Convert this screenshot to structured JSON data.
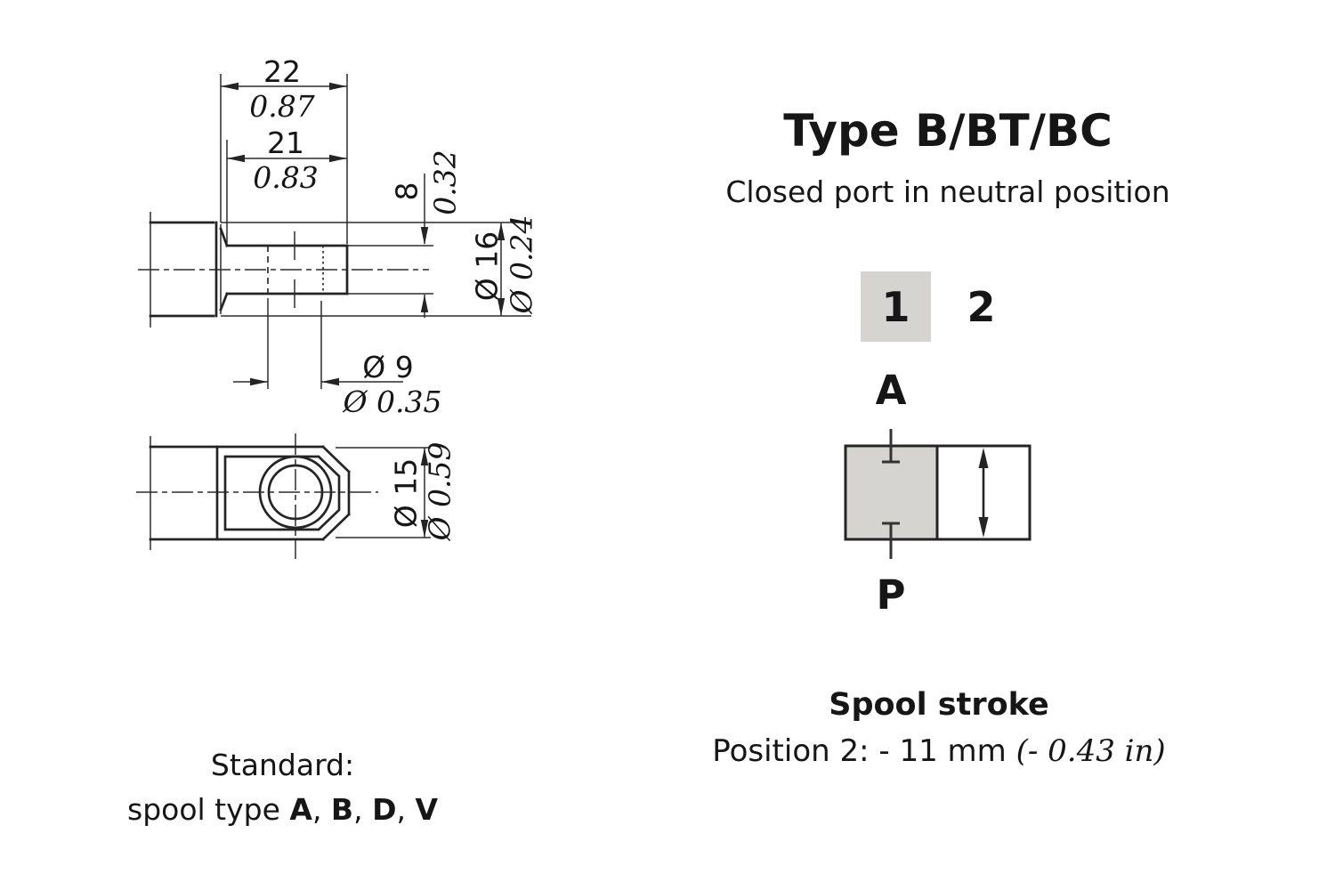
{
  "page": {
    "background": "#ffffff",
    "line_color": "#242424"
  },
  "left_drawing": {
    "top_view": {
      "dims": {
        "length_22": {
          "mm": "22",
          "inch": "0.87"
        },
        "length_21": {
          "mm": "21",
          "inch": "0.83"
        },
        "height_8": {
          "mm": "8",
          "inch": "0.32"
        },
        "dia_16": {
          "mm": "Ø 16",
          "inch": "Ø 0.24"
        },
        "dia_9": {
          "mm": "Ø 9",
          "inch": "Ø 0.35"
        }
      }
    },
    "bottom_view": {
      "dims": {
        "dia_15": {
          "mm": "Ø 15",
          "inch": "Ø 0.59"
        }
      }
    }
  },
  "schematic": {
    "title": "Type B/BT/BC",
    "subtitle": "Closed port in neutral position",
    "position_1": "1",
    "position_2": "2",
    "port_top": "A",
    "port_bottom": "P",
    "highlight_color": "#d5d4d0"
  },
  "spool_stroke": {
    "heading": "Spool stroke",
    "position_text": "Position 2: - 11 mm ",
    "inch_text": "(- 0.43 in)"
  },
  "standard_note": {
    "line1": "Standard:",
    "prefix": "spool type ",
    "types": [
      "A",
      "B",
      "D",
      "V"
    ],
    "separator": ", "
  }
}
